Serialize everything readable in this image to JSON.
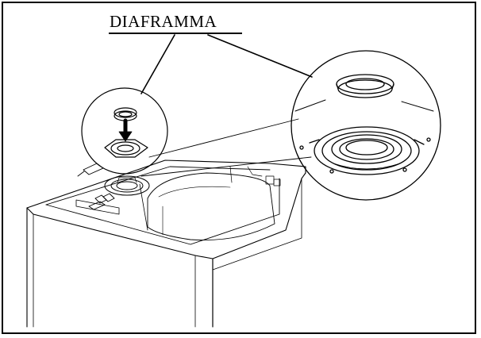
{
  "diagram": {
    "label": "DIAFRAMMA",
    "parts": [
      {
        "name": "diaframma",
        "icon": "diaphragm-ring-icon"
      },
      {
        "name": "boiler-housing",
        "icon": "boiler-icon"
      },
      {
        "name": "flue-outlet",
        "icon": "flue-outlet-icon"
      }
    ],
    "stroke_color": "#000000",
    "background": "#ffffff"
  }
}
